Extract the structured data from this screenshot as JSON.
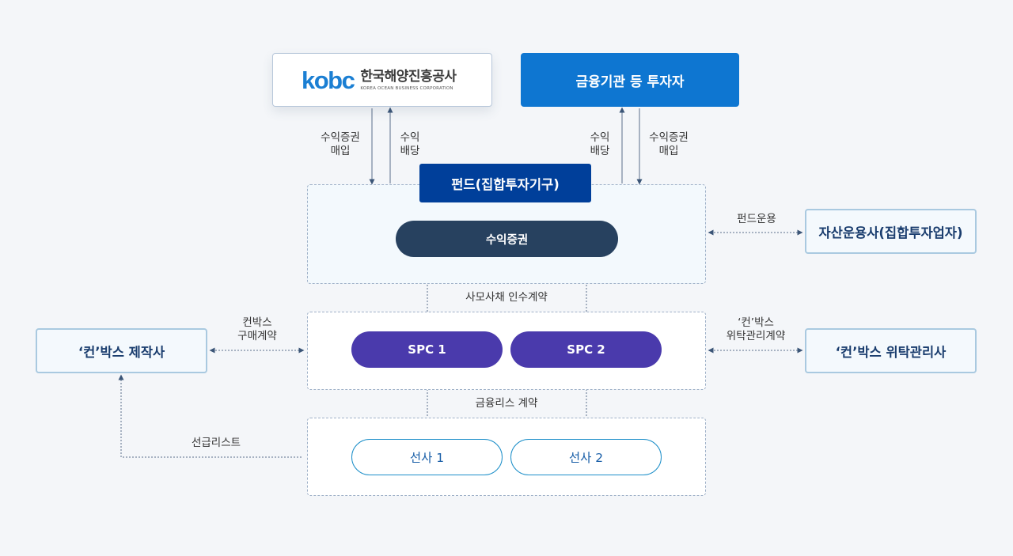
{
  "kobc": {
    "logo_text": "kobc",
    "name_ko": "한국해양진흥공사",
    "name_en": "KOREA OCEAN BUSINESS CORPORATION"
  },
  "investor": {
    "label": "금융기관 등 투자자"
  },
  "fund": {
    "title": "펀드(집합투자기구)",
    "securities": "수익증권"
  },
  "asset_manager": {
    "label": "자산운용사(집합투자업자)"
  },
  "manufacturer": {
    "label": "‘컨’박스 제작사"
  },
  "trust_manager": {
    "label": "‘컨’박스 위탁관리사"
  },
  "spc": {
    "spc1": "SPC 1",
    "spc2": "SPC 2"
  },
  "shipping": {
    "ship1": "선사 1",
    "ship2": "선사 2"
  },
  "flows": {
    "kobc_buy": "수익증권\n매입",
    "kobc_dividend": "수익\n배당",
    "investor_dividend": "수익\n배당",
    "investor_buy": "수익증권\n매입",
    "fund_management": "펀드운용",
    "bond_contract": "사모사채 인수계약",
    "purchase_contract": "컨박스\n구매계약",
    "trust_contract": "‘컨’박스\n위탁관리계약",
    "lease_contract": "금융리스 계약",
    "prepaid_lease": "선급리스트"
  },
  "colors": {
    "background": "#f4f6f9",
    "investor_blue": "#0e76d1",
    "fund_navy": "#003f9a",
    "securities_slate": "#27415f",
    "spc_purple": "#4a3aac",
    "ship_border": "#1d8fc9",
    "line": "#5a6e8a"
  }
}
